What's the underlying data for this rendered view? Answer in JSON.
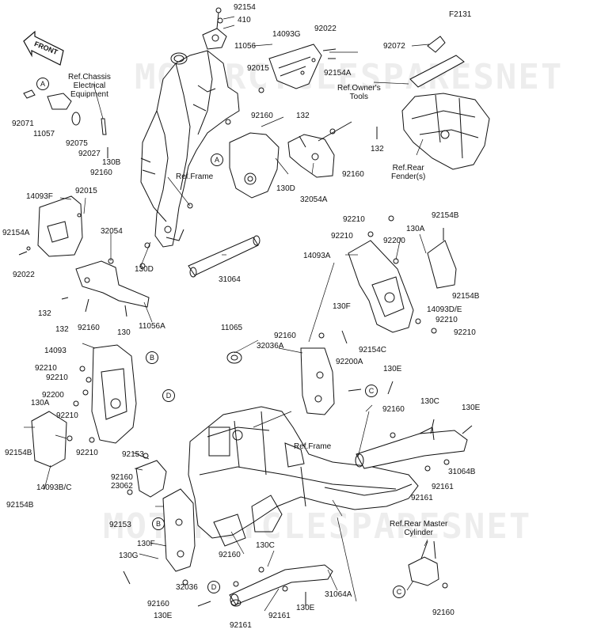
{
  "diagram_code": "F2131",
  "watermark": "MOTORCYCLESPARESNET",
  "front_label": "FRONT",
  "refs": [
    {
      "id": "chassis",
      "lines": [
        "Ref.Chassis",
        "Electrical",
        "Equipment"
      ]
    },
    {
      "id": "owners",
      "lines": [
        "Ref.Owner's",
        "Tools"
      ]
    },
    {
      "id": "rear_fender",
      "lines": [
        "Ref.Rear",
        "Fender(s)"
      ]
    },
    {
      "id": "frame1",
      "lines": [
        "Ref.Frame"
      ]
    },
    {
      "id": "frame2",
      "lines": [
        "Ref.Frame"
      ]
    },
    {
      "id": "rear_master",
      "lines": [
        "Ref.Rear Master",
        "Cylinder"
      ]
    }
  ],
  "callouts": [
    "A",
    "A",
    "B",
    "B",
    "C",
    "C",
    "D",
    "D"
  ],
  "parts": [
    "92154",
    "410",
    "11056",
    "14093G",
    "92022",
    "92072",
    "92015",
    "92154A",
    "92071",
    "11057",
    "92075",
    "92027",
    "130B",
    "92160",
    "92160",
    "132",
    "132",
    "130D",
    "32054A",
    "92160",
    "14093F",
    "92015",
    "92154A",
    "92022",
    "32054",
    "130D",
    "31064",
    "132",
    "132",
    "92160",
    "130",
    "11056A",
    "92210",
    "92210",
    "92200",
    "130A",
    "92154B",
    "14093A",
    "92154B",
    "14093D/E",
    "92210",
    "92210",
    "130F",
    "92160",
    "32036A",
    "11065",
    "14093",
    "92210",
    "92210",
    "92200",
    "130A",
    "92210",
    "92154B",
    "92210",
    "14093B/C",
    "92154B",
    "92154C",
    "92200A",
    "130E",
    "92160",
    "130C",
    "130E",
    "31064B",
    "92161",
    "92161",
    "92153",
    "92160",
    "23062",
    "92153",
    "130F",
    "130G",
    "32036",
    "92160",
    "130C",
    "92160",
    "92161",
    "31064A",
    "130E",
    "130E",
    "92161",
    "92160"
  ]
}
